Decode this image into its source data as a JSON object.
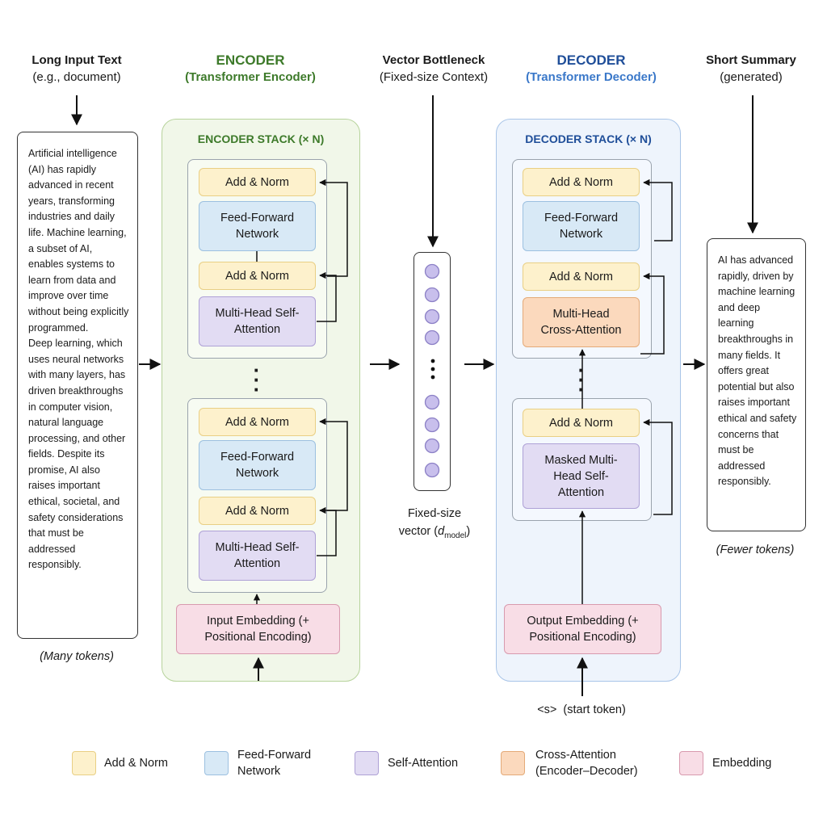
{
  "headers": {
    "input": {
      "title": "Long Input Text",
      "subtitle": "(e.g., document)"
    },
    "encoder": {
      "title": "ENCODER",
      "subtitle": "(Transformer Encoder)"
    },
    "bottleneck": {
      "title": "Vector Bottleneck",
      "subtitle": "(Fixed-size Context)"
    },
    "decoder": {
      "title": "DECODER",
      "subtitle": "(Transformer Decoder)"
    },
    "summary": {
      "title": "Short Summary",
      "subtitle": "(generated)"
    }
  },
  "input_text": {
    "paragraph1": "Artificial intelligence (AI) has rapidly advanced in recent years, transforming industries and daily life. Machine learning, a subset of AI, enables systems to learn from data and improve over time without being explicitly programmed.",
    "paragraph2": "Deep learning, which uses neural networks with many layers, has driven breakthroughs in computer vision, natural language processing, and other fields. Despite its promise, AI also raises important ethical, societal, and safety considerations that must be addressed responsibly.",
    "caption": "(Many tokens)"
  },
  "encoder": {
    "stack_title": "ENCODER STACK (× N)",
    "layer_top": {
      "norm2": "Add & Norm",
      "ffn": "Feed-Forward Network",
      "norm1": "Add & Norm",
      "attention": "Multi-Head Self-Attention"
    },
    "layer_bottom": {
      "norm2": "Add & Norm",
      "ffn": "Feed-Forward Network",
      "norm1": "Add & Norm",
      "attention": "Multi-Head Self-Attention"
    },
    "embedding": "Input Embedding (+ Positional Encoding)"
  },
  "bottleneck": {
    "caption_line1": "Fixed-size",
    "caption_prefix": "vector (",
    "caption_var": "d",
    "caption_sub": "model",
    "caption_suffix": ")"
  },
  "decoder": {
    "stack_title": "DECODER STACK (× N)",
    "layer_top": {
      "norm2": "Add & Norm",
      "ffn": "Feed-Forward Network",
      "norm1": "Add & Norm",
      "attention": "Multi-Head Cross-Attention"
    },
    "layer_bottom": {
      "norm": "Add & Norm",
      "attention": "Masked Multi-Head Self-Attention"
    },
    "embedding": "Output Embedding (+ Positional Encoding)",
    "start_token": "<s>  (start token)"
  },
  "summary": {
    "text": "AI has advanced rapidly, driven by machine learning and deep learning breakthroughs in many fields. It offers great potential but also raises important ethical and safety concerns that must be addressed responsibly.",
    "caption": "(Fewer tokens)"
  },
  "legend": [
    {
      "label": "Add & Norm",
      "color": "#fdf1cc"
    },
    {
      "label": "Feed-Forward Network",
      "color": "#d8e9f6"
    },
    {
      "label": "Self-Attention",
      "color": "#e2dcf3"
    },
    {
      "label": "Cross-Attention (Encoder–Decoder)",
      "color": "#fbd9bd"
    },
    {
      "label": "Embedding",
      "color": "#f8dde6"
    }
  ]
}
